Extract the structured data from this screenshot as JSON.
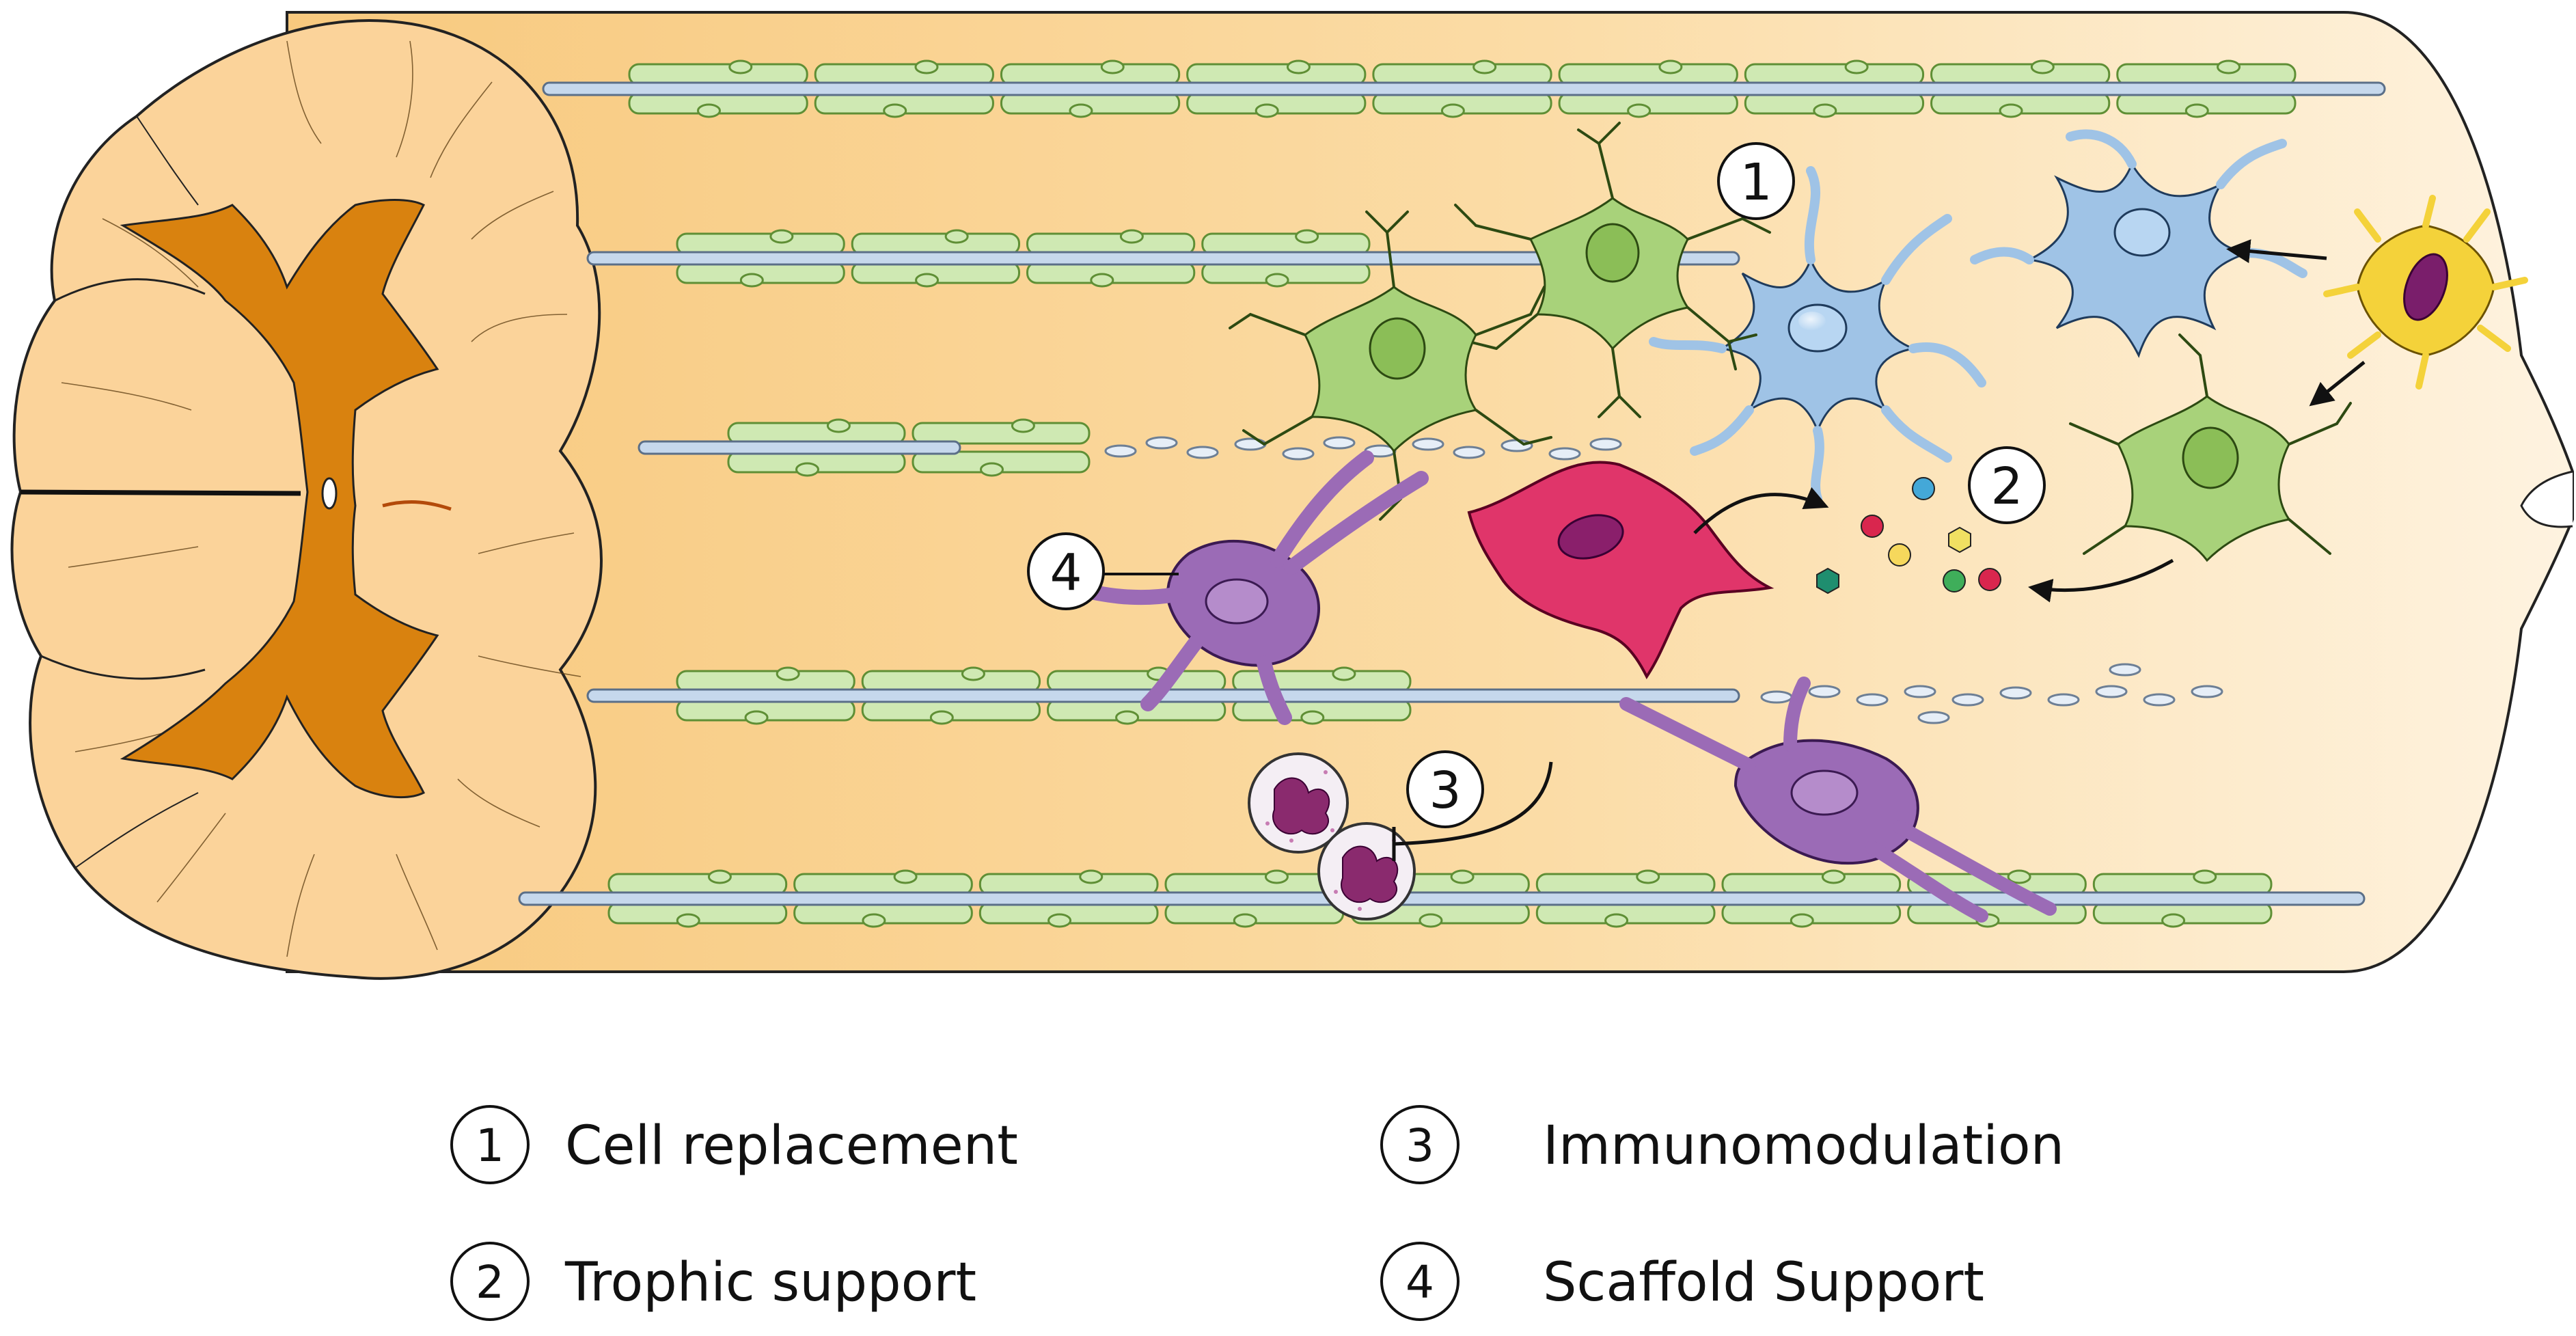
{
  "markers": {
    "m1": "1",
    "m2": "2",
    "m3": "3",
    "m4": "4"
  },
  "legend": [
    {
      "number": "1",
      "text": "Cell replacement"
    },
    {
      "number": "2",
      "text": "Trophic support"
    },
    {
      "number": "3",
      "text": "Immunomodulation"
    },
    {
      "number": "4",
      "text": "Scaffold Support"
    }
  ],
  "colors": {
    "cord_fill": "#FBD190",
    "grey_matter": "#D9820F",
    "axon": "#C6D8EC",
    "myelin": "#CFE9B3",
    "astrocyte": "#9FC3E6",
    "microglia": "#A8D27A",
    "activated_cell": "#F4D23A",
    "macrophage": "#E0356A",
    "scaffold_cell": "#9B6BB6",
    "factor_colors": [
      "#D9264E",
      "#44A8D8",
      "#F6D85C",
      "#F0E062",
      "#1F8E6F",
      "#3FAE5A",
      "#D9264E"
    ]
  }
}
